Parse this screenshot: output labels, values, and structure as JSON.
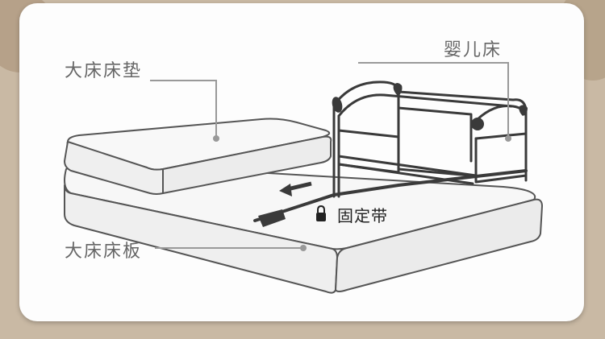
{
  "labels": {
    "top_mattress": "大床床垫",
    "crib": "婴儿床",
    "bed_board": "大床床板",
    "strap": "固定带"
  },
  "icons": {
    "strap_lock": "lock-icon",
    "direction": "arrow-left-icon"
  },
  "colors": {
    "frame_dark": "#3a3a3a",
    "mattress_fill": "#f3f3f3",
    "leader_line": "#999999",
    "background": "#c9b9a4",
    "card": "#fdfdfd"
  }
}
